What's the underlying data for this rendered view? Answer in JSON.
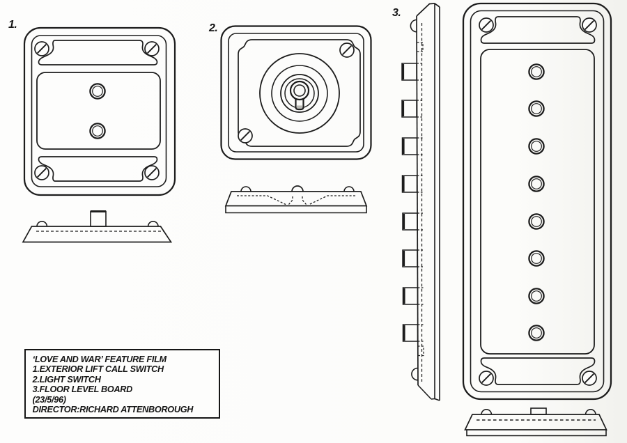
{
  "colors": {
    "paper": "#fcfcfa",
    "ink": "#1c1c1c"
  },
  "figures": {
    "fig1": {
      "label": "1."
    },
    "fig2": {
      "label": "2."
    },
    "fig3": {
      "label": "3."
    }
  },
  "info_box": {
    "lines": [
      "‘LOVE AND WAR’ FEATURE FILM",
      "1.EXTERIOR LIFT CALL SWITCH",
      "2.LIGHT SWITCH",
      "3.FLOOR LEVEL BOARD",
      "(23/5/96)",
      "DIRECTOR:RICHARD ATTENBOROUGH"
    ]
  }
}
